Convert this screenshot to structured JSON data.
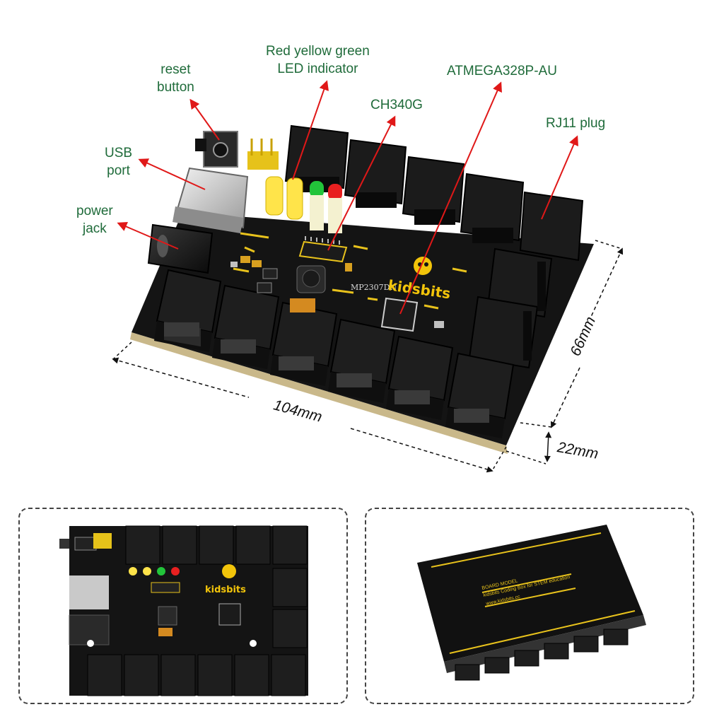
{
  "labels": {
    "reset": [
      "reset",
      "button"
    ],
    "usb": [
      "USB",
      "port"
    ],
    "power": [
      "power",
      "jack"
    ],
    "led": [
      "Red yellow green",
      "LED indicator"
    ],
    "ch340": "CH340G",
    "atmega": "ATMEGA328P-AU",
    "rj11": "RJ11 plug"
  },
  "dimensions": {
    "length": "104mm",
    "width": "66mm",
    "height": "22mm"
  },
  "board": {
    "brand": "kidsbits",
    "chip_marking": "MP2307DN",
    "back_text": [
      "BOARD MODEL",
      "kidsbits Coding Box for STEM education",
      "www.kidsbits.cc"
    ]
  },
  "colors": {
    "label_text": "#1f6b3a",
    "arrow": "#e01818",
    "board": "#141414",
    "silkscreen": "#e8c21c",
    "led_yellow": "#ffe44a",
    "led_green": "#22c43a",
    "led_red": "#e82020"
  }
}
